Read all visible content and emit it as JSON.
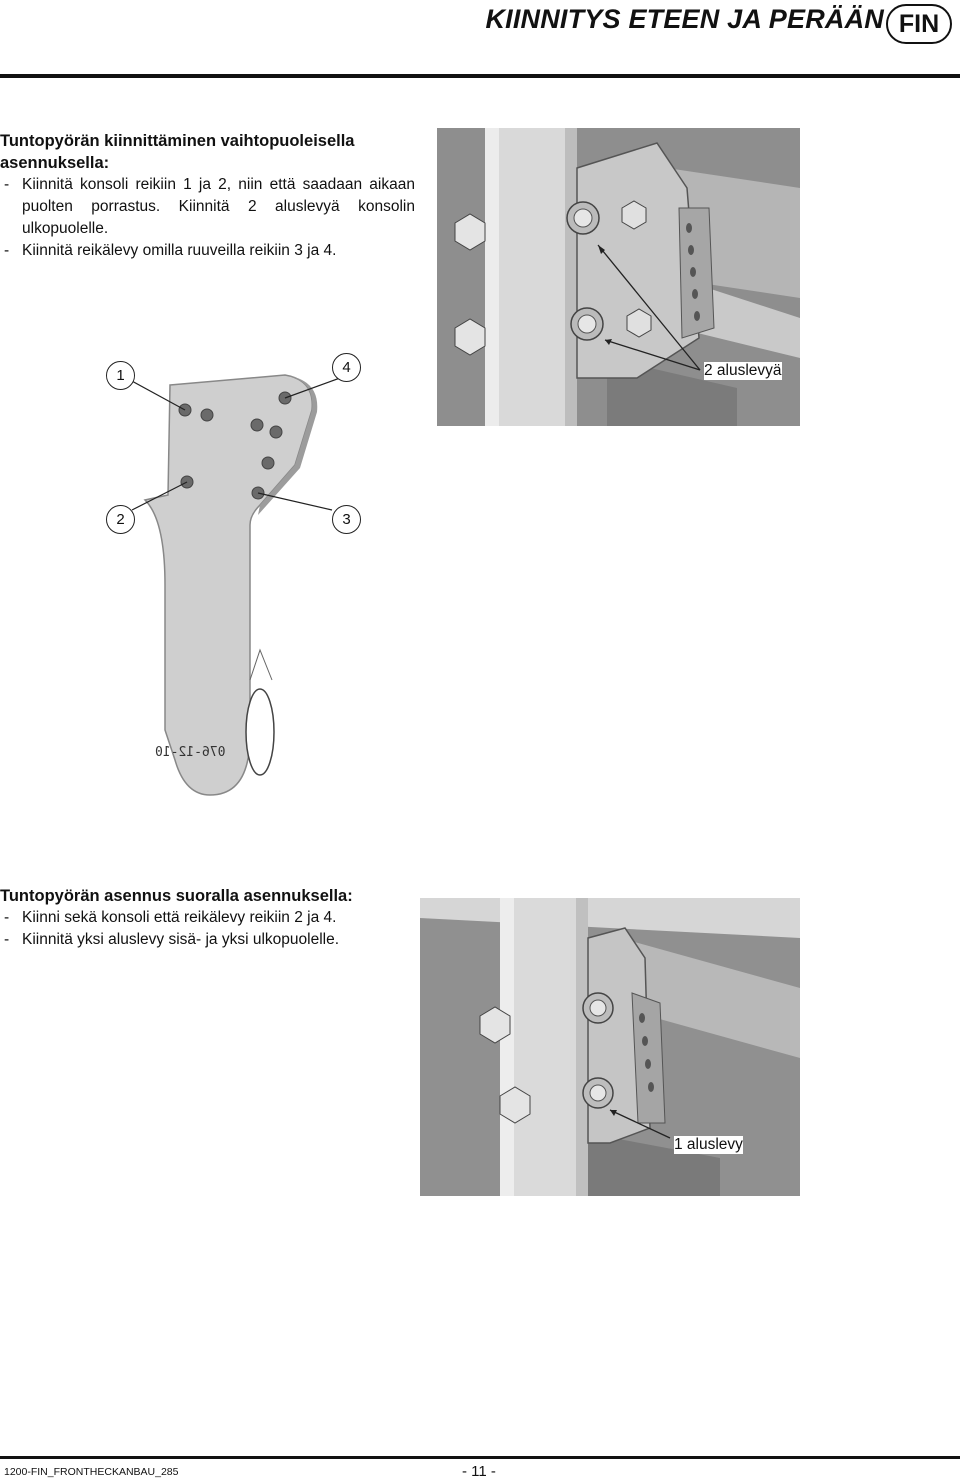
{
  "header": {
    "title": "KIINNITYS ETEEN JA PERÄÄN",
    "lang_badge": "FIN"
  },
  "section1": {
    "heading": "Tuntopyörän kiinnittäminen vaihtopuoleisella asennuksella:",
    "items": [
      "Kiinnitä konsoli reikiin 1 ja 2, niin että saadaan aikaan puolten porrastus. Kiinnitä 2 aluslevyä konsolin ulkopuolelle.",
      "Kiinnitä reikälevy omilla ruuveilla reikiin 3 ja 4."
    ]
  },
  "figure1": {
    "callout": "2 aluslevyä"
  },
  "figure2": {
    "labels": [
      "1",
      "4",
      "2",
      "3"
    ],
    "part_number": "076-12-10"
  },
  "section2": {
    "heading": "Tuntopyörän asennus suoralla asennuksella:",
    "items": [
      "Kiinni sekä konsoli että reikälevy reikiin 2 ja 4.",
      "Kiinnitä yksi aluslevy sisä- ja yksi ulkopuolelle."
    ]
  },
  "figure3": {
    "callout": "1 aluslevy"
  },
  "footer": {
    "doc_id": "1200-FIN_FRONTHECKANBAU_285",
    "page": "- 11 -"
  },
  "colors": {
    "photo_bg": "#8b8b8b",
    "metal": "#d2d2d2",
    "plate": "#c4c4c4"
  }
}
